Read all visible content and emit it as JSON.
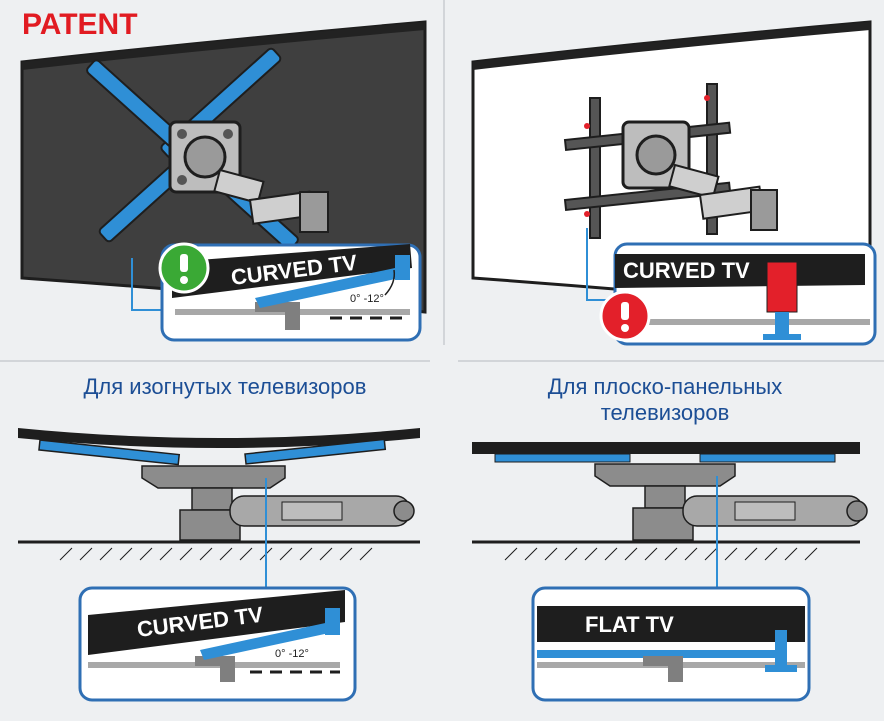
{
  "patent_label": "PATENT",
  "top_left": {
    "callout_label": "CURVED TV",
    "angle_label": "0° -12°",
    "status": "ok",
    "status_color": "#3aa935"
  },
  "top_right": {
    "callout_label": "CURVED TV",
    "status": "warning",
    "status_color": "#e3202a"
  },
  "bottom_left": {
    "caption": "Для изогнутых телевизоров",
    "callout_label": "CURVED TV",
    "angle_label": "0° -12°"
  },
  "bottom_right": {
    "caption_line1": "Для плоско-панельных",
    "caption_line2": "телевизоров",
    "callout_label": "FLAT TV"
  },
  "colors": {
    "accent_blue": "#2f8fd6",
    "brand_red": "#e11b22",
    "caption_blue": "#1c4e95",
    "dark": "#1e1e1e",
    "metal": "#8c8c8c"
  }
}
